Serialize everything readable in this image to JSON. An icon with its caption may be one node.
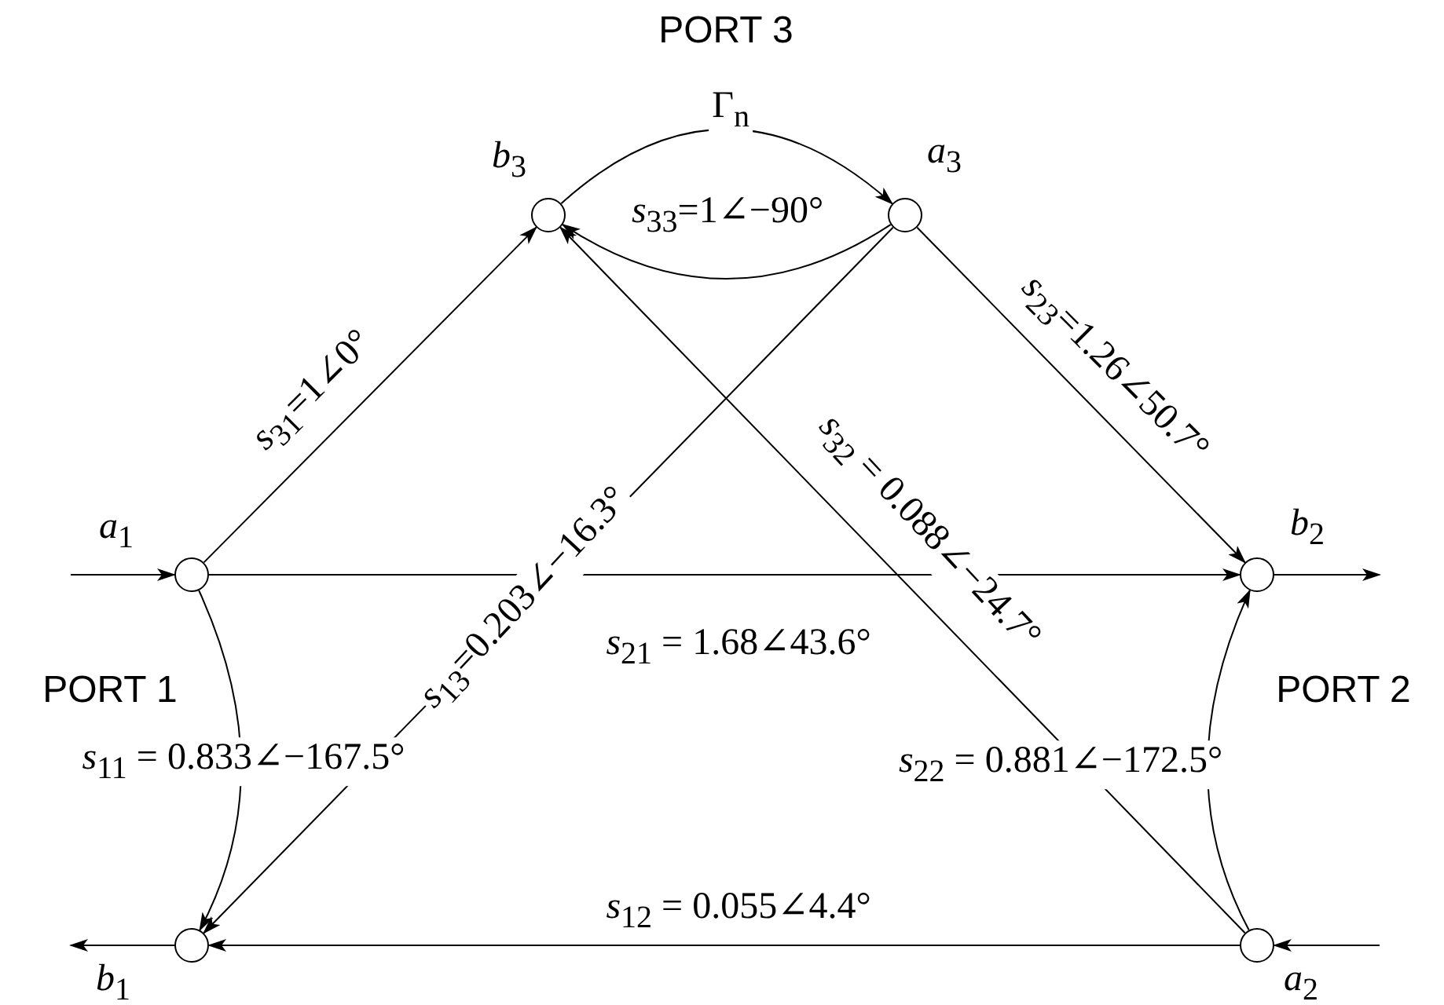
{
  "diagram": {
    "nodes": [
      {
        "text": [],
        "shape": "circle",
        "beside": [
          "*b*$_{3}$"
        ]
      },
      {
        "text": [],
        "shape": "circle",
        "beside": [
          "*a*$_{3}$"
        ]
      },
      {
        "text": [],
        "shape": "circle",
        "beside": [
          "*a*$_{1}$"
        ]
      },
      {
        "text": [],
        "shape": "circle",
        "beside": [
          "*b*$_{2}$"
        ]
      },
      {
        "text": [],
        "shape": "circle",
        "beside": [
          "*b*$_{1}$"
        ]
      },
      {
        "text": [],
        "shape": "circle",
        "beside": [
          "*a*$_{2}$"
        ]
      }
    ],
    "edges": [
      {
        "from": null,
        "to": 2,
        "arrow": "to"
      },
      {
        "from": 2,
        "to": 0,
        "arrow": "to",
        "label": "*s*$_{31}$=1∠0°"
      },
      {
        "from": 2,
        "to": 3,
        "arrow": "to",
        "label": "*s*$_{21}$ = 1.68∠43.6°"
      },
      {
        "from": 2,
        "to": 4,
        "arrow": "to",
        "label": "*s*$_{11}$ = 0.833∠−167.5°"
      },
      {
        "from": 0,
        "to": 1,
        "arrow": "to",
        "label": "Γ$_{n}$"
      },
      {
        "from": 1,
        "to": 0,
        "arrow": "to",
        "label": "*s*$_{33}$=1∠−90°"
      },
      {
        "from": 1,
        "to": 3,
        "arrow": "to",
        "label": "*s*$_{23}$=1.26∠50.7°"
      },
      {
        "from": 1,
        "to": 4,
        "arrow": "to",
        "label": "*s*$_{13}$=0.203∠−16.3°"
      },
      {
        "from": 5,
        "to": 0,
        "arrow": "to",
        "label": "*s*$_{32}$ = 0.088∠−24.7°"
      },
      {
        "from": 5,
        "to": 3,
        "arrow": "to",
        "label": "*s*$_{22}$ = 0.881∠−172.5°"
      },
      {
        "from": 5,
        "to": 4,
        "arrow": "to",
        "label": "*s*$_{12}$ = 0.055∠4.4°"
      },
      {
        "from": 3,
        "to": null,
        "arrow": "to"
      },
      {
        "from": null,
        "to": 5,
        "arrow": "to"
      },
      {
        "from": 4,
        "to": null,
        "arrow": "to"
      }
    ],
    "labels": [
      "PORT 3",
      "PORT 1",
      "PORT 2"
    ]
  }
}
